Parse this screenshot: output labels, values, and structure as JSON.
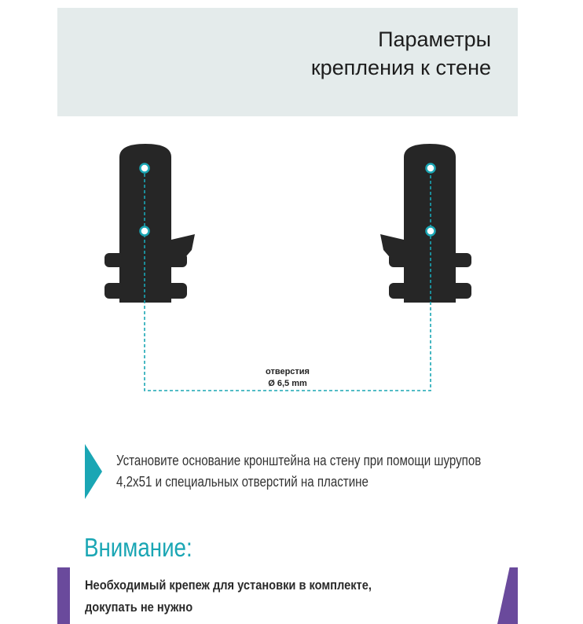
{
  "header": {
    "title_line1": "Параметры",
    "title_line2": "крепления к стене"
  },
  "diagram": {
    "hole_label": "отверстия",
    "hole_size": "Ø 6,5 mm",
    "accent_color": "#1aa6b4"
  },
  "instruction": {
    "line1": "Установите основание кронштейна на стену при помощи шурупов",
    "line2": "4,2х51 и специальных отверстий на пластине"
  },
  "warning": {
    "title": "Внимание:",
    "line1": "Необходимый крепеж для установки в комплекте,",
    "line2": "докупать не нужно"
  }
}
